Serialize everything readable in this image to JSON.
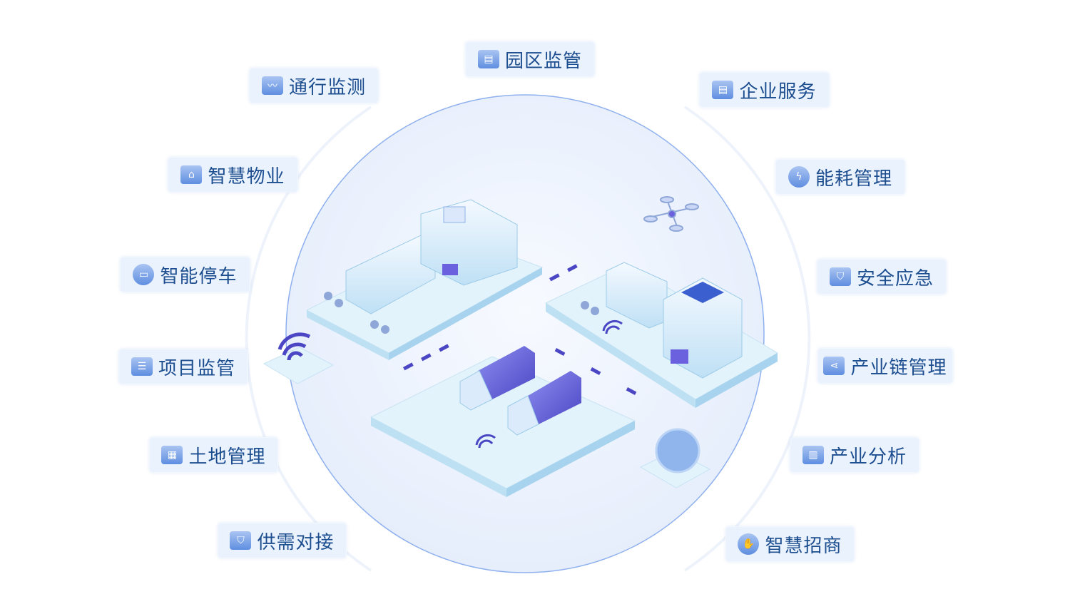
{
  "features": [
    {
      "label": "通行监测",
      "icon": "monitor-chart-icon"
    },
    {
      "label": "园区监管",
      "icon": "building-tree-icon"
    },
    {
      "label": "企业服务",
      "icon": "enterprise-shield-icon"
    },
    {
      "label": "智慧物业",
      "icon": "house-tools-icon"
    },
    {
      "label": "能耗管理",
      "icon": "lightning-icon"
    },
    {
      "label": "智能停车",
      "icon": "car-icon"
    },
    {
      "label": "安全应急",
      "icon": "shield-pulse-icon"
    },
    {
      "label": "项目监管",
      "icon": "list-icon"
    },
    {
      "label": "产业链管理",
      "icon": "share-icon"
    },
    {
      "label": "土地管理",
      "icon": "land-grid-icon"
    },
    {
      "label": "产业分析",
      "icon": "bar-chart-icon"
    },
    {
      "label": "供需对接",
      "icon": "exchange-shield-icon"
    },
    {
      "label": "智慧招商",
      "icon": "handshake-icon"
    }
  ],
  "colors": {
    "chip_bg": "#eaf2fd",
    "text": "#1d4e8f",
    "accent": "#5f8ee0",
    "circle": "#eef3fd"
  }
}
